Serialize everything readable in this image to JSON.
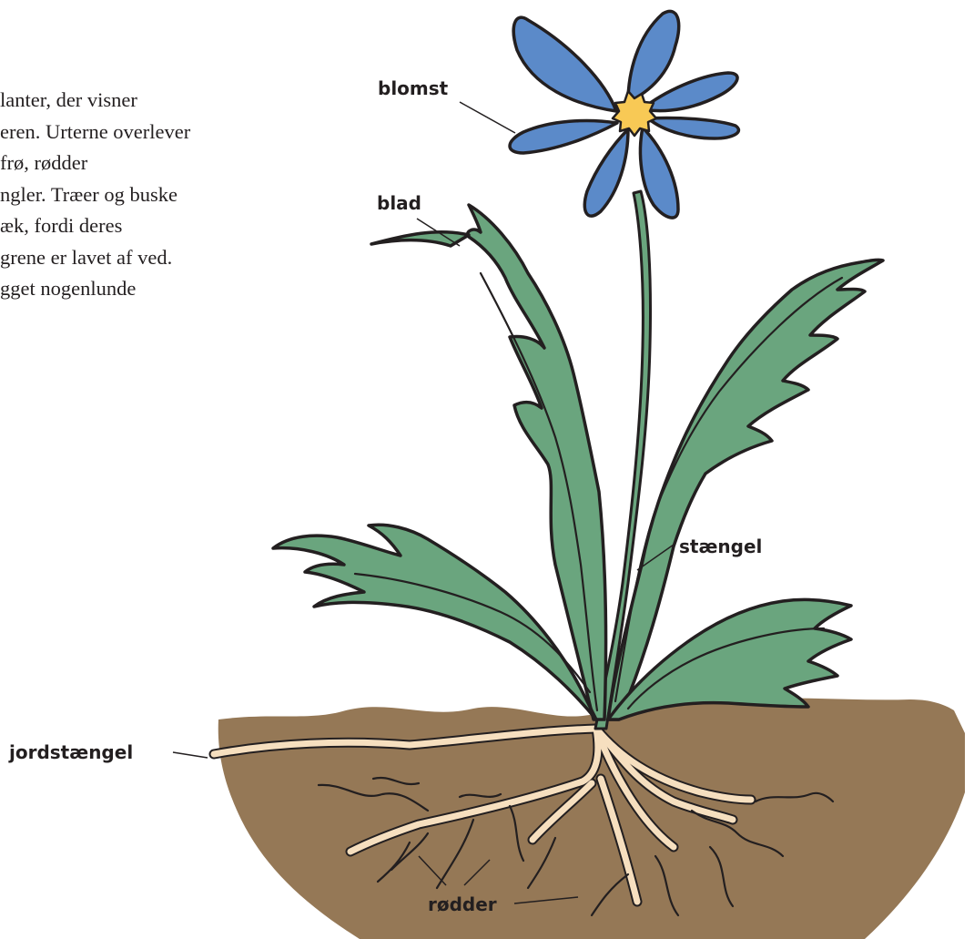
{
  "text_block": {
    "lines": [
      "lanter, der visner",
      "eren. Urterne overlever",
      " frø, rødder",
      "ngler. Træer og buske",
      "æk, fordi deres",
      "grene er lavet af ved.",
      "gget nogenlunde"
    ]
  },
  "labels": {
    "flower": "blomst",
    "leaf": "blad",
    "stem": "stængel",
    "rhizome": "jordstængel",
    "roots": "rødder"
  },
  "colors": {
    "petal": "#5b8ac9",
    "flower_center": "#f8c955",
    "leaf": "#6aa57e",
    "soil": "#957856",
    "root": "#f6dfbf",
    "outline": "#231f20"
  }
}
